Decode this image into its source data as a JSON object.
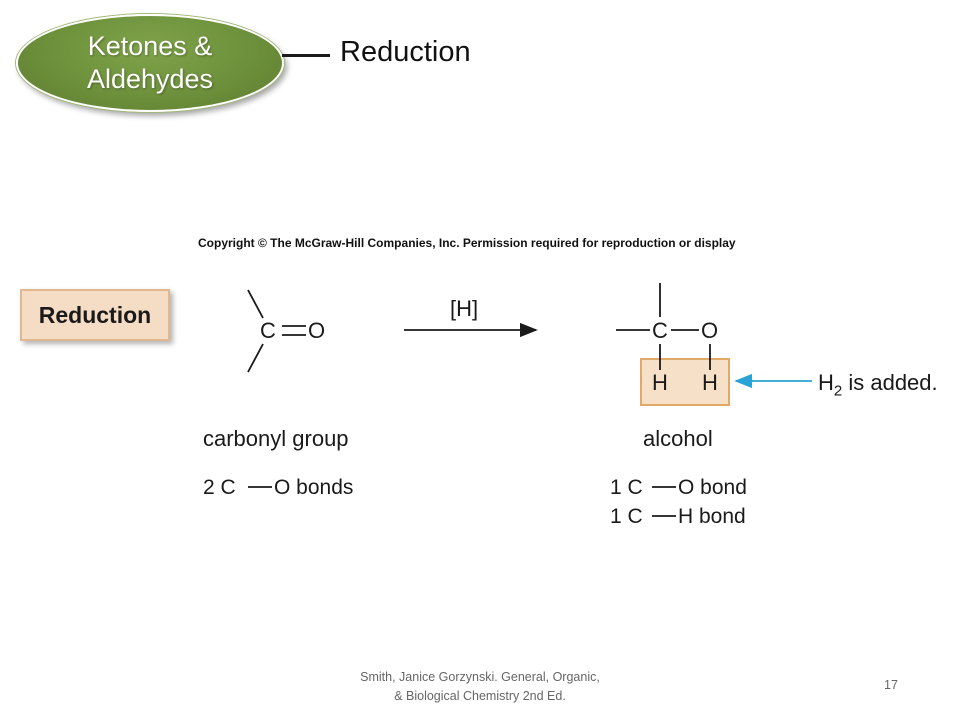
{
  "header": {
    "pill_line1": "Ketones &",
    "pill_line2": "Aldehydes",
    "title": "Reduction"
  },
  "copyright": "Copyright © The McGraw-Hill Companies, Inc. Permission required for reproduction or display",
  "label_box": "Reduction",
  "reactant": {
    "carbon": "C",
    "oxygen": "O",
    "name": "carbonyl group",
    "bond_count_prefix": "2 C",
    "bond_count_suffix": "O bonds"
  },
  "reagent": "[H]",
  "product": {
    "carbon": "C",
    "oxygen": "O",
    "h1": "H",
    "h2": "H",
    "name": "alcohol",
    "bond1_prefix": "1 C",
    "bond1_suffix": "O bond",
    "bond2_prefix": "1 C",
    "bond2_suffix": "H bond"
  },
  "annotation": {
    "h": "H",
    "subscript": "2",
    "rest": " is added."
  },
  "footer": {
    "line1": "Smith, Janice Gorzynski. General, Organic,",
    "line2": "& Biological Chemistry 2nd Ed.",
    "page": "17"
  },
  "colors": {
    "pill_green": "#6b8e3a",
    "box_fill": "#f5dcc4",
    "h_box_border": "#e0a96a",
    "arrow_blue": "#29a3d6"
  }
}
